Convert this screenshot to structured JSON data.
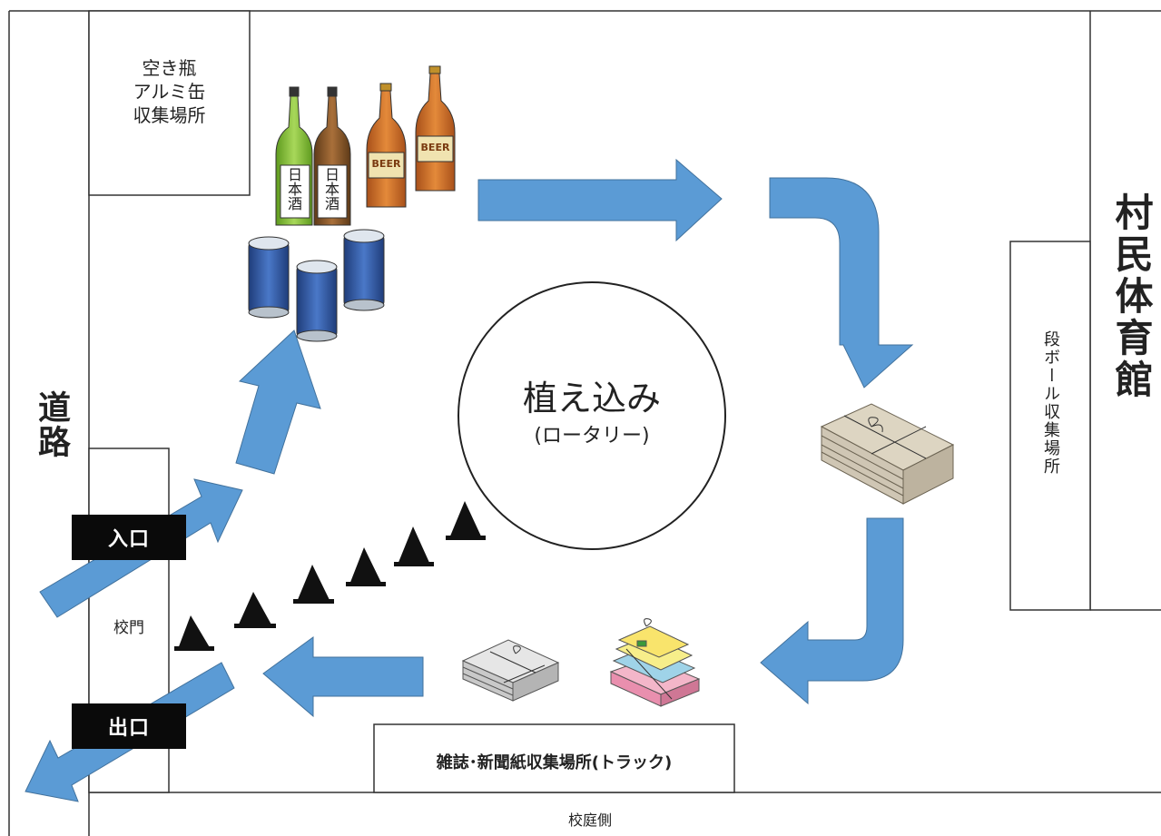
{
  "labels": {
    "road": "道路",
    "gym": "村民体育館",
    "glass_can": "空き瓶\nアルミ缶\n収集場所",
    "cardboard": "段ボール収集場所",
    "magazine": "雑誌･新聞紙収集場所(トラック)",
    "gate": "校門",
    "courtyard": "校庭側",
    "entrance": "入口",
    "exit": "出口",
    "planting_title": "植え込み",
    "planting_sub": "(ロータリー)",
    "sake1": "日本酒",
    "sake2": "日本酒",
    "beer1": "BEER",
    "beer2": "BEER"
  },
  "colors": {
    "arrow": "#5b9bd5",
    "arrow_edge": "#41719c",
    "black_box": "#0a0a0a",
    "sake_green": "#8dc63f",
    "sake_brown": "#8b5a2b",
    "beer_orange": "#d2691e",
    "can_blue": "#2f5597",
    "bundle_tan": "#cfc6b4",
    "bundle_gray": "#cfcfcf",
    "bundle_pink": "#f3b6c9",
    "bundle_yellow": "#f7ee8a"
  }
}
